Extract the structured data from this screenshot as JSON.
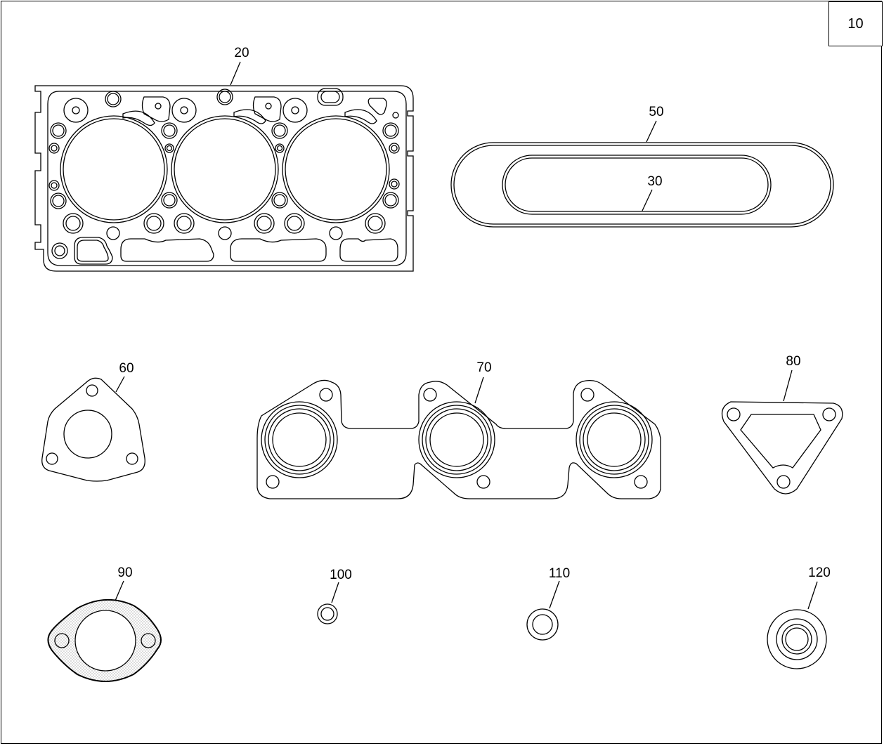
{
  "sheet": {
    "page_number": "10"
  },
  "parts": [
    {
      "callout": "20",
      "name": "cylinder-head-gasket"
    },
    {
      "callout": "30",
      "name": "inner-oval-gasket"
    },
    {
      "callout": "50",
      "name": "outer-oval-gasket"
    },
    {
      "callout": "60",
      "name": "three-hole-flange-gasket"
    },
    {
      "callout": "70",
      "name": "exhaust-manifold-gasket"
    },
    {
      "callout": "80",
      "name": "triangular-flange-gasket"
    },
    {
      "callout": "90",
      "name": "two-hole-exhaust-gasket"
    },
    {
      "callout": "100",
      "name": "small-washer"
    },
    {
      "callout": "110",
      "name": "medium-washer"
    },
    {
      "callout": "120",
      "name": "oil-seal"
    }
  ],
  "colors": {
    "line": "#000000",
    "background": "#ffffff",
    "gasket_fill": "#e6e6e6"
  }
}
